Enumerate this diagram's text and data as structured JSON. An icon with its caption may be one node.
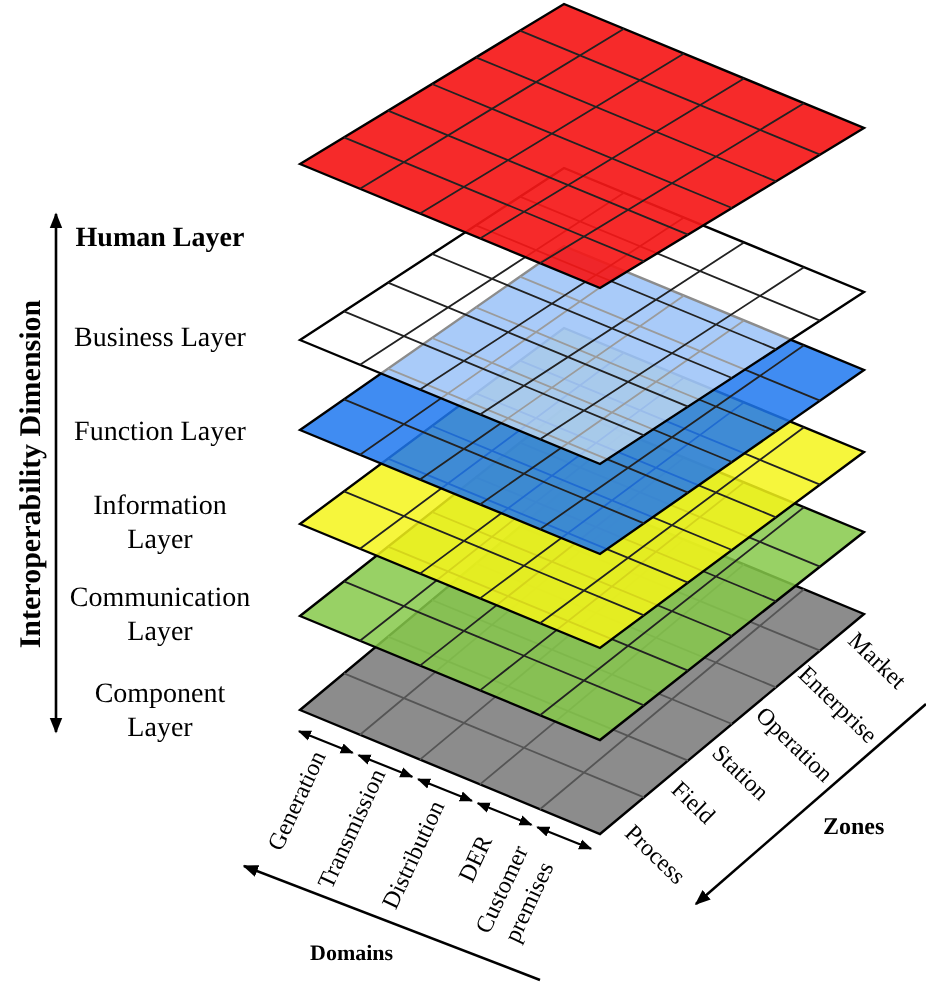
{
  "diagram": {
    "labels": [
      "Human Layer",
      "Business Layer",
      "Function Layer",
      "Information Layer",
      "Communication Layer",
      "Component Layer",
      "Interoperability Dimension",
      "Generation",
      "Transmission",
      "Distribution",
      "DER",
      "Customer premises",
      "Market",
      "Enterprise",
      "Operation",
      "Station",
      "Field",
      "Process",
      "Zones",
      "Domains"
    ]
  }
}
